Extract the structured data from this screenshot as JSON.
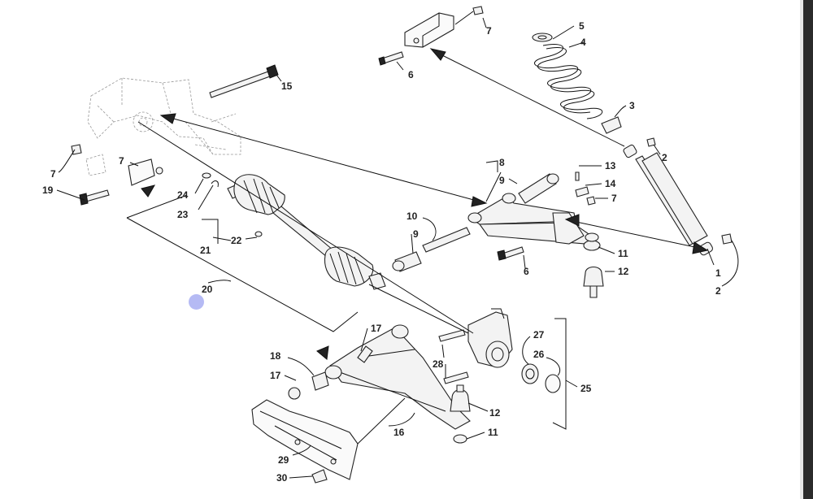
{
  "callouts": {
    "c1": "1",
    "c2a": "2",
    "c2b": "2",
    "c3": "3",
    "c4": "4",
    "c5": "5",
    "c6a": "6",
    "c6b": "6",
    "c7a": "7",
    "c7b": "7",
    "c7c": "7",
    "c7d": "7",
    "c8": "8",
    "c9a": "9",
    "c9b": "9",
    "c10": "10",
    "c11a": "11",
    "c11b": "11",
    "c12a": "12",
    "c12b": "12",
    "c13": "13",
    "c14": "14",
    "c15": "15",
    "c16": "16",
    "c17a": "17",
    "c17b": "17",
    "c18": "18",
    "c19": "19",
    "c20": "20",
    "c21": "21",
    "c22": "22",
    "c23": "23",
    "c24": "24",
    "c25": "25",
    "c26": "26",
    "c27": "27",
    "c28": "28",
    "c29": "29",
    "c30": "30"
  },
  "colors": {
    "line": "#111111",
    "part_fill": "#f3f3f3",
    "scrollbar": "#2b2b2b",
    "cursor": "#7882eb"
  },
  "icons": {
    "cursor": "pointer-dot-icon"
  }
}
